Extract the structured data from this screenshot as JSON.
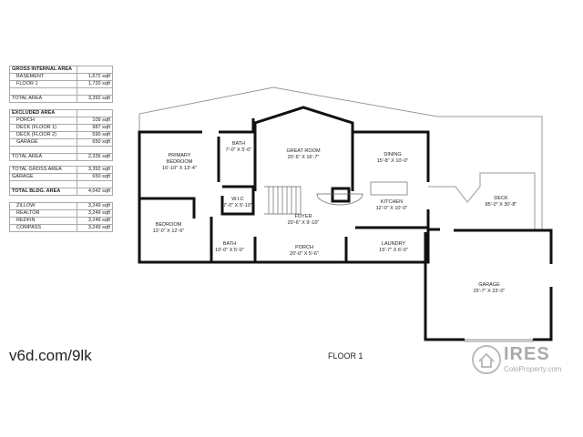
{
  "gross_internal": {
    "title": "GROSS INTERNAL AREA",
    "rows": [
      {
        "label": "BASEMENT",
        "value": "1,672 sqft"
      },
      {
        "label": "FLOOR 1",
        "value": "1,720 sqft"
      }
    ],
    "total_label": "TOTAL AREA",
    "total": "3,392 sqft"
  },
  "excluded": {
    "title": "EXCLUDED AREA",
    "rows": [
      {
        "label": "PORCH",
        "value": "109 sqft"
      },
      {
        "label": "DECK (FLOOR 1)",
        "value": "987 sqft"
      },
      {
        "label": "DECK (FLOOR 2)",
        "value": "590 sqft"
      },
      {
        "label": "GARAGE",
        "value": "650 sqft"
      }
    ],
    "total_label": "TOTAL AREA",
    "total": "2,336 sqft"
  },
  "building": {
    "rows": [
      {
        "label": "TOTAL GROSS AREA",
        "value": "3,392 sqft"
      },
      {
        "label": "GARAGE",
        "value": "650 sqft"
      }
    ],
    "total_label": "TOTAL BLDG. AREA",
    "total": "4,042 sqft"
  },
  "estimates": [
    {
      "label": "ZILLOW",
      "value": "3,249 sqft"
    },
    {
      "label": "REALTOR",
      "value": "3,249 sqft"
    },
    {
      "label": "REDFIN",
      "value": "3,249 sqft"
    },
    {
      "label": "COMPASS",
      "value": "3,249 sqft"
    }
  ],
  "rooms": {
    "primary_bedroom": {
      "name": "PRIMARY BEDROOM",
      "dims": "16'-10\" X 13'-4\""
    },
    "bath1": {
      "name": "BATH",
      "dims": "7'-0\" X 5'-0\""
    },
    "great_room": {
      "name": "GREAT ROOM",
      "dims": "20'-6\" X 16'-7\""
    },
    "dining": {
      "name": "DINING",
      "dims": "15'-8\" X 10'-0\""
    },
    "wic": {
      "name": "W.I.C",
      "dims": "7'-0\" X 5'-10\""
    },
    "kitchen": {
      "name": "KITCHEN",
      "dims": "12'-0\" X 10'-0\""
    },
    "deck": {
      "name": "DECK",
      "dims": "85'-0\" X 30'-8\""
    },
    "bedroom": {
      "name": "BEDROOM",
      "dims": "13'-0\" X 12'-6\""
    },
    "foyer": {
      "name": "FOYER",
      "dims": "20'-6\" X 9'-10\""
    },
    "bath2": {
      "name": "BATH",
      "dims": "10'-0\" X 5'-0\""
    },
    "porch": {
      "name": "PORCH",
      "dims": "20'-0\" X 5'-6\""
    },
    "laundry": {
      "name": "LAUNDRY",
      "dims": "15'-7\" X 6'-0\""
    },
    "garage": {
      "name": "GARAGE",
      "dims": "25'-7\" X 23'-0\""
    }
  },
  "url": "v6d.com/9lk",
  "floor_label": "FLOOR 1",
  "logo": {
    "brand": "IRES",
    "sub": "ColoProperty.com"
  }
}
